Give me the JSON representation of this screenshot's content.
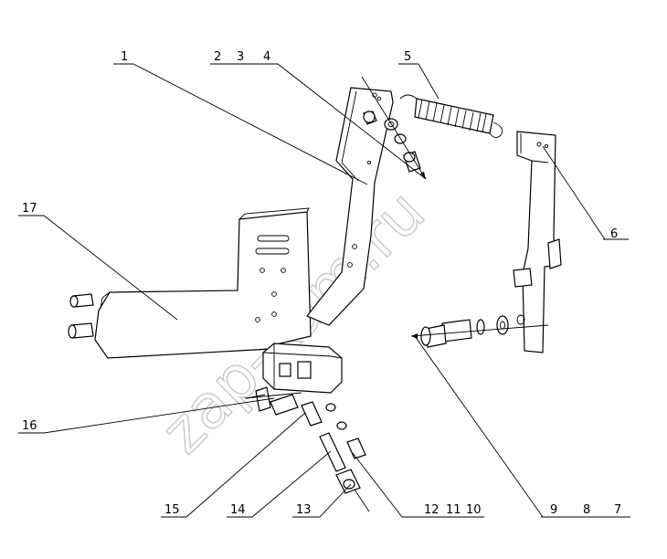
{
  "diagram": {
    "callouts": [
      {
        "id": "c1",
        "text": "1"
      },
      {
        "id": "c2",
        "text": "2"
      },
      {
        "id": "c3",
        "text": "3"
      },
      {
        "id": "c4",
        "text": "4"
      },
      {
        "id": "c5",
        "text": "5"
      },
      {
        "id": "c6",
        "text": "6"
      },
      {
        "id": "c17",
        "text": "17"
      },
      {
        "id": "c16",
        "text": "16"
      },
      {
        "id": "c15",
        "text": "15"
      },
      {
        "id": "c14",
        "text": "14"
      },
      {
        "id": "c13",
        "text": "13"
      },
      {
        "id": "c12",
        "text": "12"
      },
      {
        "id": "c11",
        "text": "11"
      },
      {
        "id": "c10",
        "text": "10"
      },
      {
        "id": "c9",
        "text": "9"
      },
      {
        "id": "c8",
        "text": "8"
      },
      {
        "id": "c7",
        "text": "7"
      }
    ],
    "watermark": "zap-kam.ru"
  }
}
